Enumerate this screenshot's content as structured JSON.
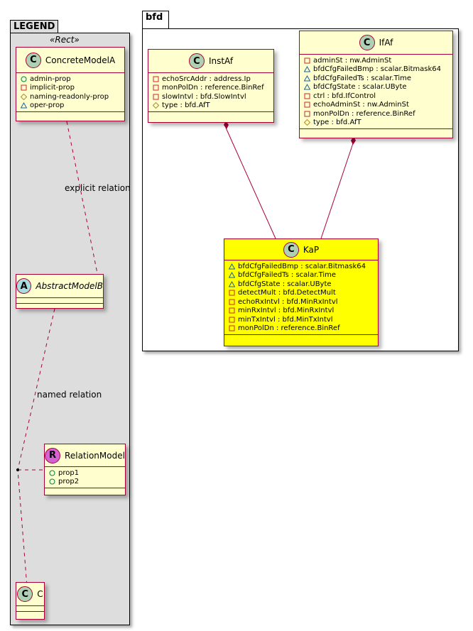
{
  "packages": {
    "legend": {
      "title": "LEGEND",
      "stereotype": "«Rect»"
    },
    "bfd": {
      "title": "bfd"
    }
  },
  "relations": {
    "explicit": "explicit relation",
    "named": "named relation"
  },
  "colors": {
    "class_bg": "#fefece",
    "border": "#a80036",
    "highlight": "#ffff00",
    "legend_bg": "#dddddd"
  },
  "classes": [
    {
      "id": "concrete",
      "name": "ConcreteModelA",
      "kind": "C",
      "italic": false,
      "attrs": [
        {
          "vis": "public",
          "text": "admin-prop"
        },
        {
          "vis": "private",
          "text": "implicit-prop"
        },
        {
          "vis": "protected",
          "text": "naming-readonly-prop"
        },
        {
          "vis": "package",
          "text": "oper-prop"
        }
      ]
    },
    {
      "id": "abstract",
      "name": "AbstractModelB",
      "kind": "A",
      "italic": true,
      "attrs": []
    },
    {
      "id": "relation",
      "name": "RelationModel",
      "kind": "R",
      "italic": false,
      "attrs": [
        {
          "vis": "public",
          "text": "prop1"
        },
        {
          "vis": "public",
          "text": "prop2"
        }
      ]
    },
    {
      "id": "c",
      "name": "C",
      "kind": "C",
      "italic": false,
      "attrs": []
    },
    {
      "id": "instaf",
      "name": "InstAf",
      "kind": "C",
      "italic": false,
      "attrs": [
        {
          "vis": "private",
          "text": "echoSrcAddr : address.Ip"
        },
        {
          "vis": "private",
          "text": "monPolDn : reference.BinRef"
        },
        {
          "vis": "private",
          "text": "slowIntvl : bfd.SlowIntvl"
        },
        {
          "vis": "protected",
          "text": "type : bfd.AfT"
        }
      ]
    },
    {
      "id": "ifaf",
      "name": "IfAf",
      "kind": "C",
      "italic": false,
      "attrs": [
        {
          "vis": "private",
          "text": "adminSt : nw.AdminSt"
        },
        {
          "vis": "package",
          "text": "bfdCfgFailedBmp : scalar.Bitmask64"
        },
        {
          "vis": "package",
          "text": "bfdCfgFailedTs : scalar.Time"
        },
        {
          "vis": "package",
          "text": "bfdCfgState : scalar.UByte"
        },
        {
          "vis": "private",
          "text": "ctrl : bfd.IfControl"
        },
        {
          "vis": "private",
          "text": "echoAdminSt : nw.AdminSt"
        },
        {
          "vis": "private",
          "text": "monPolDn : reference.BinRef"
        },
        {
          "vis": "protected",
          "text": "type : bfd.AfT"
        }
      ]
    },
    {
      "id": "kap",
      "name": "KaP",
      "kind": "C",
      "italic": false,
      "highlight": true,
      "attrs": [
        {
          "vis": "package",
          "text": "bfdCfgFailedBmp : scalar.Bitmask64"
        },
        {
          "vis": "package",
          "text": "bfdCfgFailedTs : scalar.Time"
        },
        {
          "vis": "package",
          "text": "bfdCfgState : scalar.UByte"
        },
        {
          "vis": "private",
          "text": "detectMult : bfd.DetectMult"
        },
        {
          "vis": "private",
          "text": "echoRxIntvl : bfd.MinRxIntvl"
        },
        {
          "vis": "private",
          "text": "minRxIntvl : bfd.MinRxIntvl"
        },
        {
          "vis": "private",
          "text": "minTxIntvl : bfd.MinTxIntvl"
        },
        {
          "vis": "private",
          "text": "monPolDn : reference.BinRef"
        }
      ]
    }
  ]
}
